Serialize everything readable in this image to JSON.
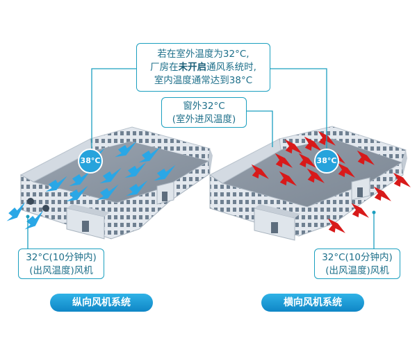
{
  "callout_top": {
    "line1": "若在室外温度为32°C,",
    "line2_prefix": "厂房在",
    "line2_bold": "未开启",
    "line2_suffix": "通风系统时,",
    "line3": "室内温度通常达到38°C"
  },
  "callout_window": {
    "line1": "窗外32°C",
    "line2": "(室外进风温度)"
  },
  "callout_left": {
    "line1": "32°C(10分钟内)",
    "line2": "(出风温度)风机"
  },
  "callout_right": {
    "line1": "32°C(10分钟内)",
    "line2": "(出风温度)风机"
  },
  "badges": {
    "left": "38°C",
    "right": "38°C"
  },
  "labels": {
    "left_system": "纵向风机系统",
    "right_system": "横向风机系统"
  },
  "colors": {
    "accent": "#1b9fbf",
    "blue_arrow": "#2aa7e6",
    "red_arrow": "#d81a1a",
    "floor": "#8c97a4"
  }
}
